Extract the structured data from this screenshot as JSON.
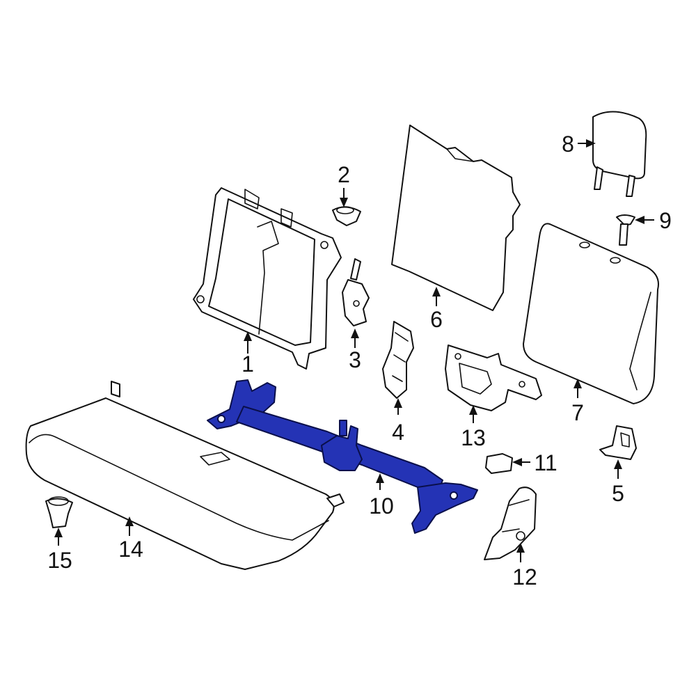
{
  "diagram": {
    "highlight_color": "#2433b5",
    "outline_color": "#111111",
    "background_color": "#ffffff",
    "highlighted_part": "10",
    "callouts": [
      {
        "id": "c1",
        "label": "1"
      },
      {
        "id": "c2",
        "label": "2"
      },
      {
        "id": "c3",
        "label": "3"
      },
      {
        "id": "c4",
        "label": "4"
      },
      {
        "id": "c5",
        "label": "5"
      },
      {
        "id": "c6",
        "label": "6"
      },
      {
        "id": "c7",
        "label": "7"
      },
      {
        "id": "c8",
        "label": "8"
      },
      {
        "id": "c9",
        "label": "9"
      },
      {
        "id": "c10",
        "label": "10"
      },
      {
        "id": "c11",
        "label": "11"
      },
      {
        "id": "c12",
        "label": "12"
      },
      {
        "id": "c13",
        "label": "13"
      },
      {
        "id": "c14",
        "label": "14"
      },
      {
        "id": "c15",
        "label": "15"
      }
    ]
  }
}
